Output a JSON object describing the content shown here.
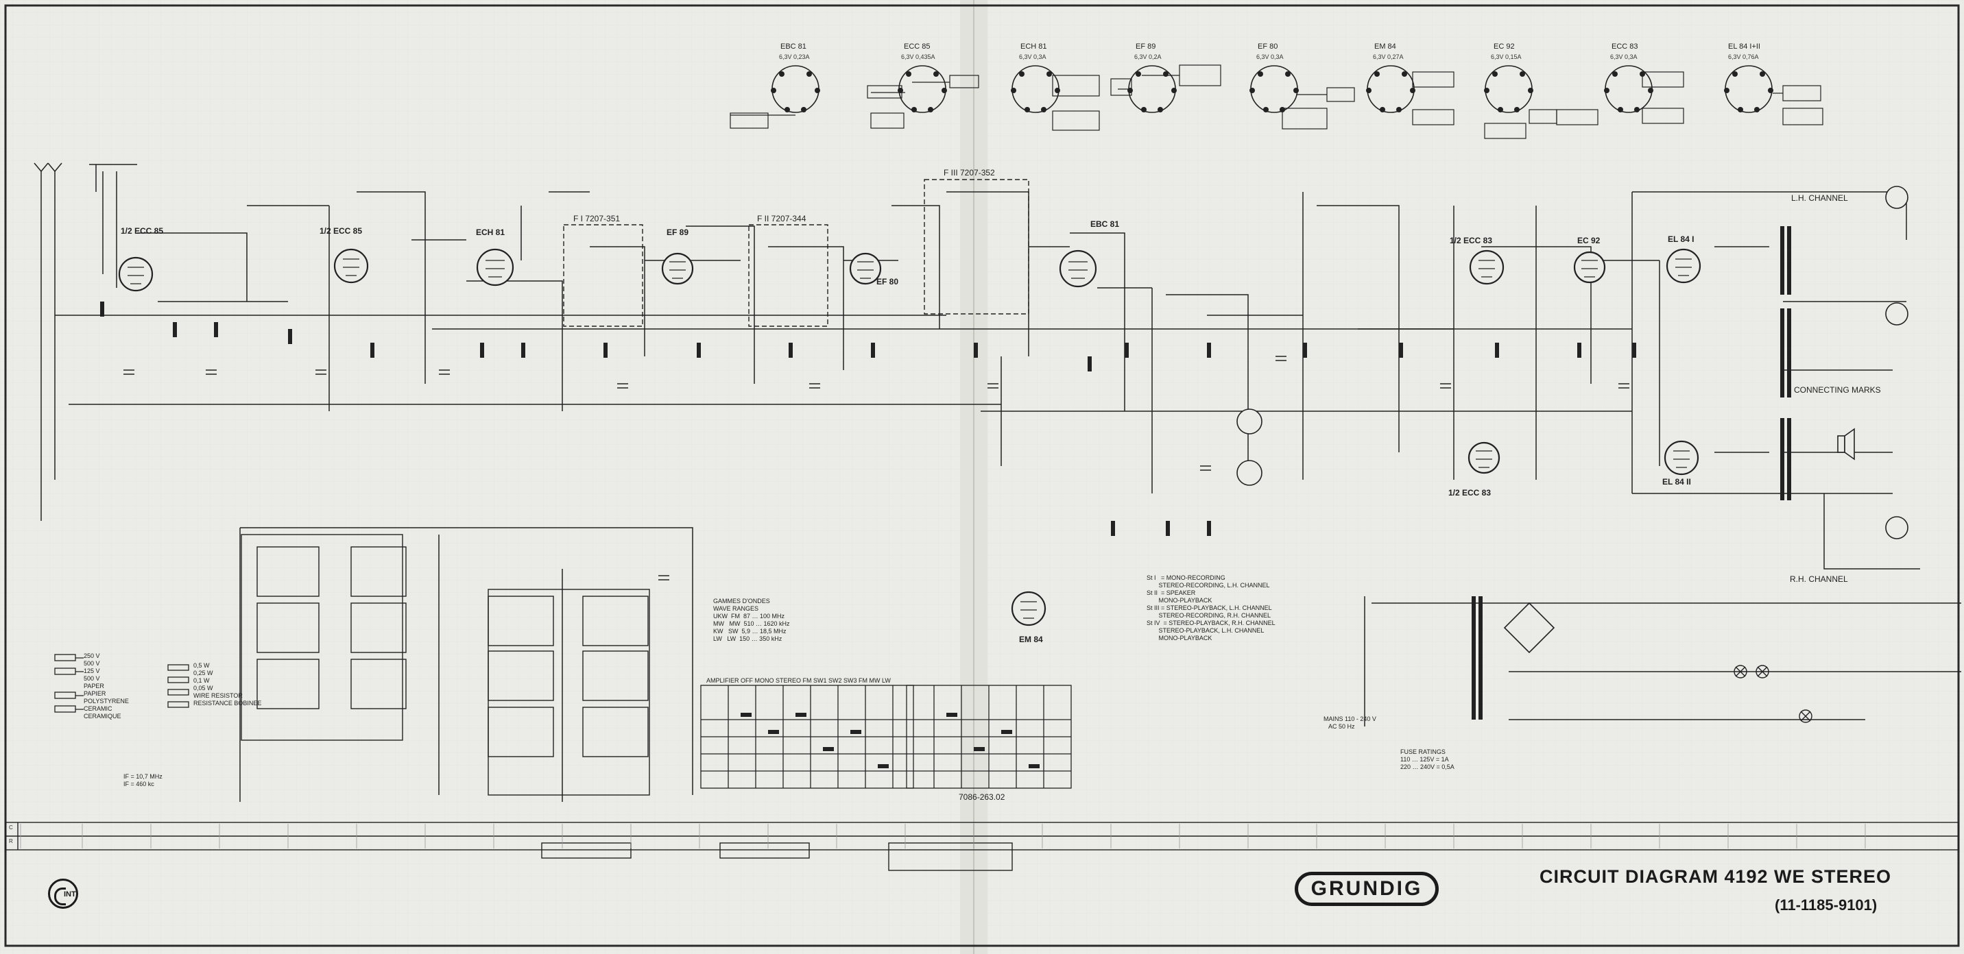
{
  "title": "CIRCUIT DIAGRAM 4192 WE STEREO",
  "doc_number": "(11-1185-9101)",
  "brand": "GRUNDIG",
  "logo_text": "INT",
  "tube_headers": [
    {
      "name": "EBC 81",
      "spec": "6,3V 0,23A"
    },
    {
      "name": "ECC 85",
      "spec": "6,3V 0,435A"
    },
    {
      "name": "ECH 81",
      "spec": "6,3V 0,3A"
    },
    {
      "name": "EF 89",
      "spec": "6,3V 0,2A"
    },
    {
      "name": "EF 80",
      "spec": "6,3V 0,3A"
    },
    {
      "name": "EM 84",
      "spec": "6,3V 0,27A"
    },
    {
      "name": "EC 92",
      "spec": "6,3V 0,15A"
    },
    {
      "name": "ECC 83",
      "spec": "6,3V 0,3A"
    },
    {
      "name": "EL 84 I+II",
      "spec": "6,3V 0,76A"
    }
  ],
  "stage_labels": {
    "v1": "1/2 ECC 85",
    "v2": "1/2 ECC 85",
    "v3": "ECH 81",
    "v4": "EF 89",
    "v5": "EF 80",
    "v6": "EBC 81",
    "v7": "1/2 ECC 83",
    "v8": "EC 92",
    "v9": "EL 84 I",
    "v10": "EL 84 II",
    "v11": "1/2 ECC 83",
    "v12": "EM 84"
  },
  "filter_labels": {
    "f1": "F I 7207-351",
    "f2": "F II 7207-344",
    "f3": "F III 7207-352"
  },
  "channel_labels": {
    "lh": "L.H. CHANNEL",
    "rh": "R.H. CHANNEL",
    "connecting": "CONNECTING MARKS"
  },
  "notes": {
    "wave_ranges": "GAMMES D'ONDES\nWAVE RANGES\nUKW  FM  87 … 100 MHz\nMW   MW  510 … 1620 kHz\nKW   SW  5,9 … 18,5 MHz\nLW   LW  150 … 350 kHz",
    "stereo_legend": "St I   = MONO-RECORDING\n       STEREO-RECORDING, L.H. CHANNEL\nSt II  = SPEAKER\n       MONO-PLAYBACK\nSt III = STEREO-PLAYBACK, L.H. CHANNEL\n       STEREO-RECORDING, R.H. CHANNEL\nSt IV  = STEREO-PLAYBACK, R.H. CHANNEL\n       STEREO-PLAYBACK, L.H. CHANNEL\n       MONO-PLAYBACK",
    "if_values": "IF = 10,7 MHz\nIF = 460 kc",
    "fuse": "FUSE RATINGS\n110 … 125V = 1A\n220 … 240V = 0,5A",
    "mains": "MAINS 110 - 240 V\n   AC 50 Hz",
    "resistor_legend": "0,5 W\n0,25 W\n0,1 W\n0,05 W\nWIRE RESISTOR\nRESISTANCE BOBINEE",
    "capacitor_legend": "250 V\n500 V\n125 V\n500 V\nPAPER\nPAPIER\nPOLYSTYRENE\nCERAMIC\nCERAMIQUE",
    "switch_headers": "AMPLIFIER  OFF  MONO  STEREO  FM   SW1  SW2  SW3  FM   MW  LW",
    "drawing_number": "7086-263.02"
  },
  "row_labels": {
    "c": "C",
    "r": "R"
  },
  "colors": {
    "paper": "#ebebe7",
    "ink": "#1b1b1b"
  }
}
